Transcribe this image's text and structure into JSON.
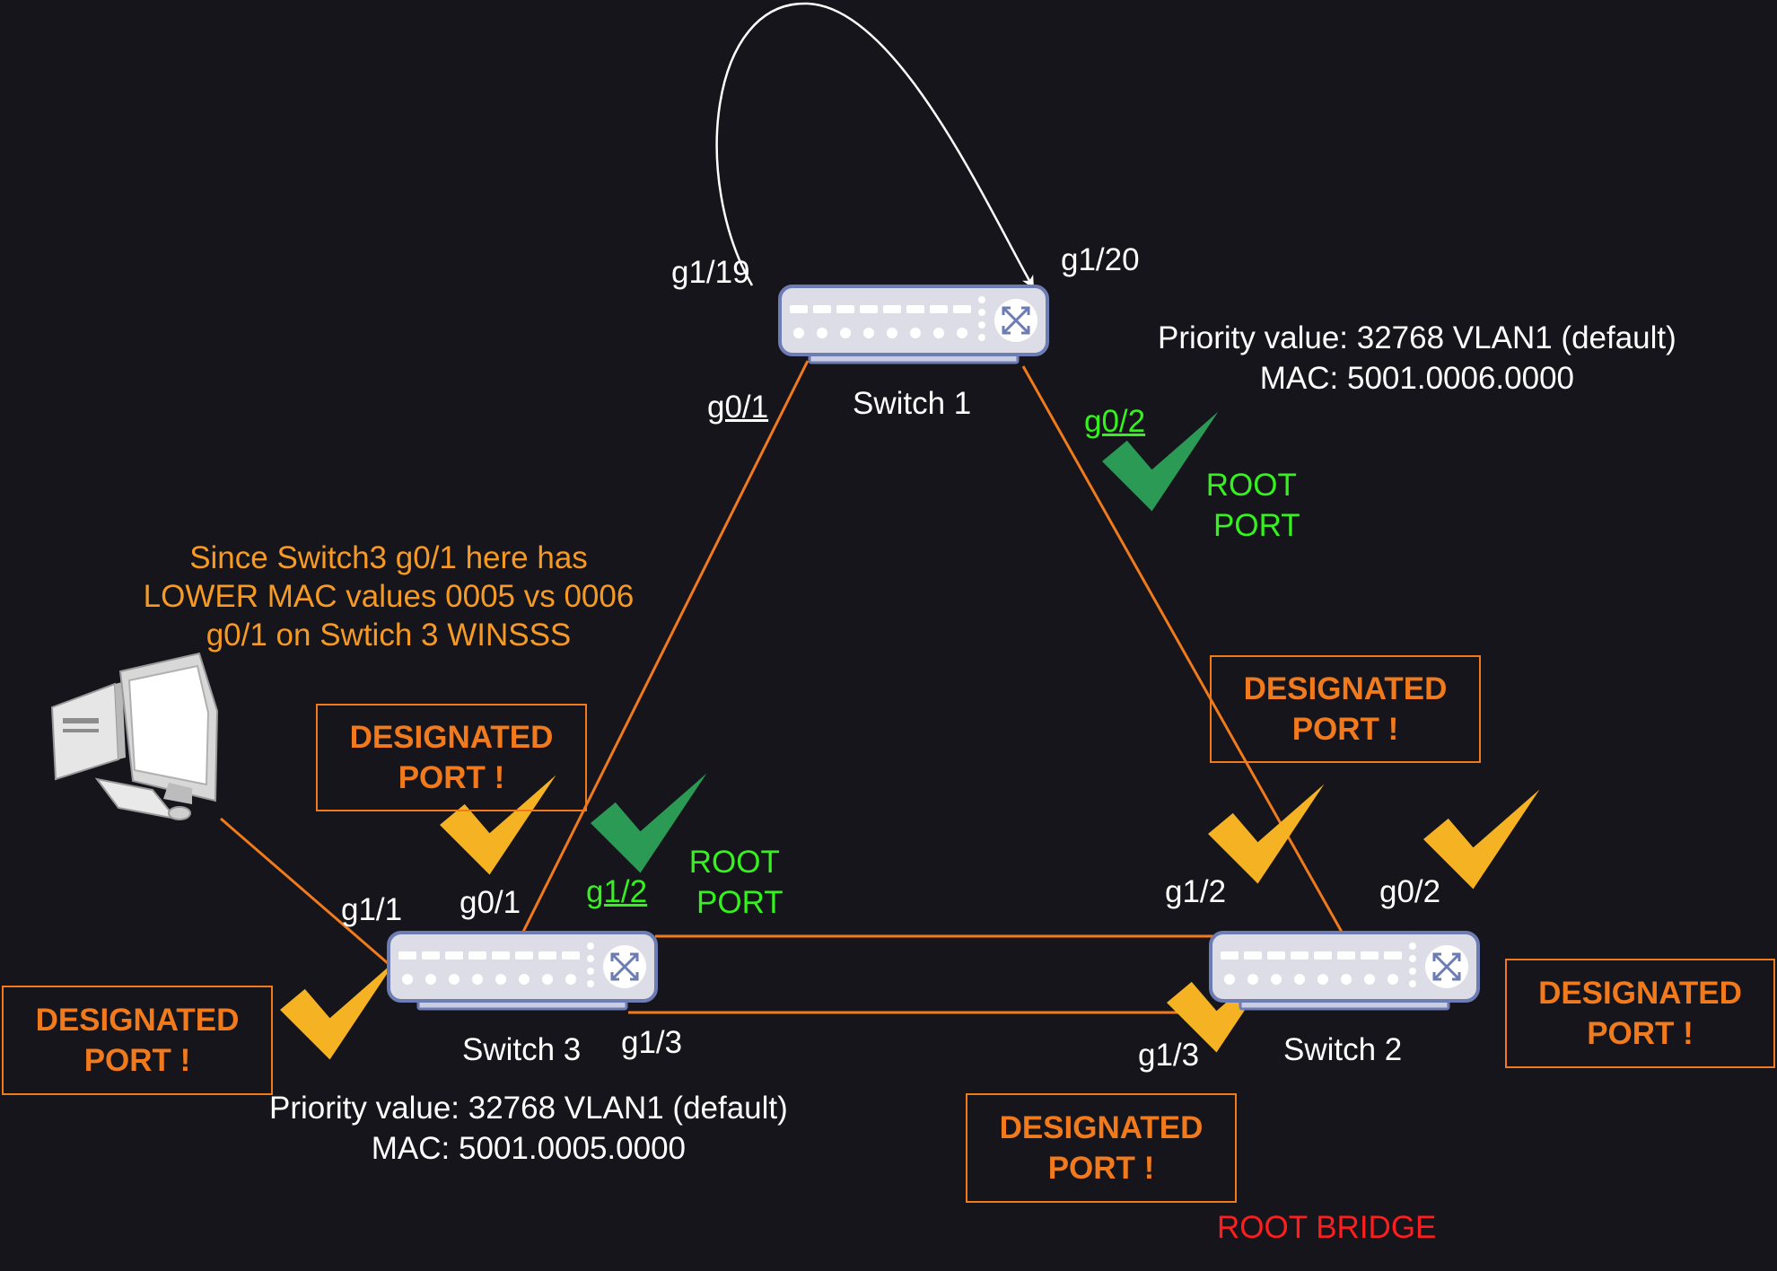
{
  "colors": {
    "background": "#16151c",
    "link": "#f07a1c",
    "root_port": "#2b9a55",
    "designated_port": "#f5b324",
    "root_bridge": "#ff1d1d",
    "green_text": "#35f21e"
  },
  "switches": {
    "s1": {
      "name": "Switch 1",
      "priority": "Priority value: 32768 VLAN1 (default)",
      "mac": "MAC: 5001.0006.0000"
    },
    "s2": {
      "name": "Switch 2"
    },
    "s3": {
      "name": "Switch 3",
      "priority": "Priority value: 32768 VLAN1 (default)",
      "mac": "MAC: 5001.0005.0000"
    }
  },
  "ports": {
    "s1_g1_19": "g1/19",
    "s1_g1_20": "g1/20",
    "s1_g0_1": "g0/1",
    "s1_g0_2": "g0/2",
    "s3_g1_1": "g1/1",
    "s3_g0_1": "g0/1",
    "s3_g1_2": "g1/2",
    "s3_g1_3": "g1/3",
    "s2_g1_2": "g1/2",
    "s2_g0_2": "g0/2",
    "s2_g1_3": "g1/3"
  },
  "root_port_label": {
    "line1": "ROOT",
    "line2": "PORT"
  },
  "designated_label": {
    "line1": "DESIGNATED",
    "line2": "PORT !"
  },
  "note": {
    "line1": "Since Switch3 g0/1 here has",
    "line2": "LOWER MAC values 0005 vs 0006",
    "line3": "g0/1 on Swtich 3 WINSSS"
  },
  "root_bridge": "ROOT BRIDGE",
  "icons": {
    "switch": "network-switch-icon",
    "pc": "desktop-computer-icon",
    "check": "check-mark-icon"
  }
}
